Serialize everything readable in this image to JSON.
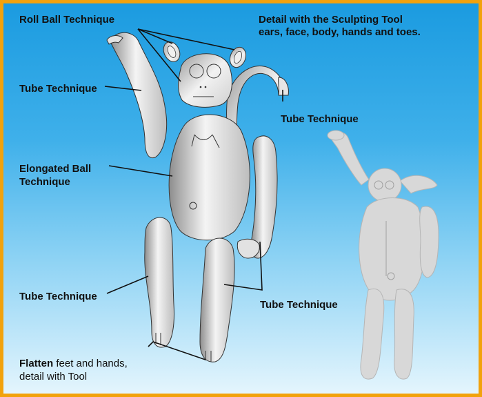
{
  "labels": {
    "roll_ball": "Roll Ball Technique",
    "detail_line1": "Detail with the Sculpting Tool",
    "detail_line2": "ears, face, body, hands and toes.",
    "tube_arm_left": "Tube Technique",
    "tube_tail": "Tube Technique",
    "elongated_line1": "Elongated Ball",
    "elongated_line2": "Technique",
    "tube_leg_left": "Tube Technique",
    "tube_leg_right": "Tube Technique",
    "flatten_bold": "Flatten",
    "flatten_rest": " feet and hands,",
    "flatten_line2": "detail with Tool"
  },
  "colors": {
    "border": "#F2A20C",
    "sky_top": "#1B9BE0",
    "sky_bottom": "#E4F5FD",
    "clay": "#D8D8D8"
  }
}
